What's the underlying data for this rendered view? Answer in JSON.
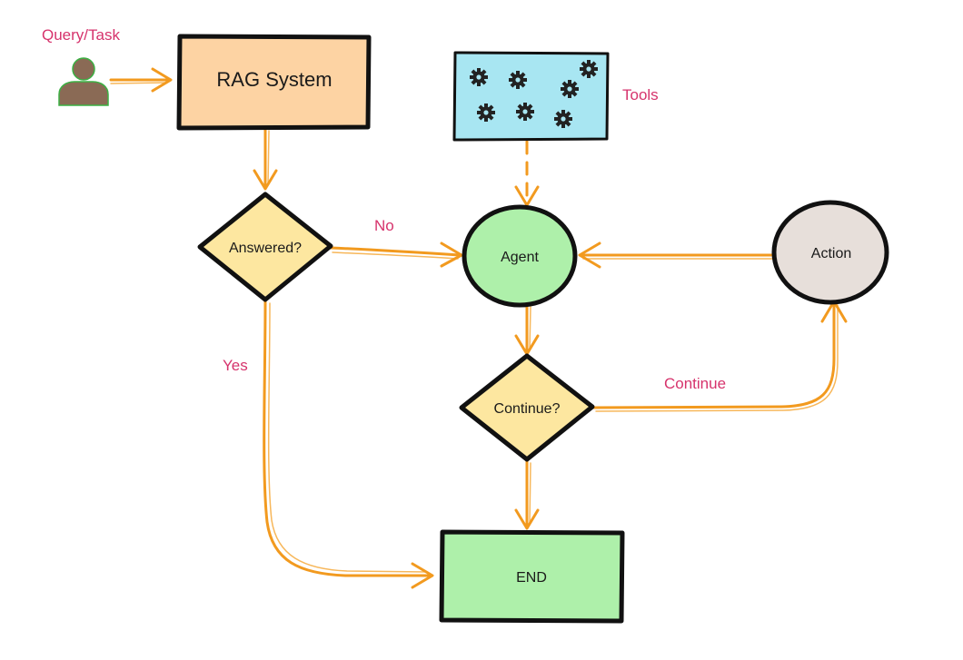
{
  "colors": {
    "rag_fill": "#fdd3a3",
    "tools_fill": "#a8e6f2",
    "decision_fill": "#fde7a0",
    "agent_fill": "#aef0aa",
    "action_fill": "#e7dfda",
    "end_fill": "#aef0aa",
    "edge": "#f29a1f",
    "edge_label": "#d6336c",
    "user_icon": "#8a6a55",
    "user_icon_outline": "#3cb043"
  },
  "user": {
    "label": "Query/Task",
    "icon": "user-icon"
  },
  "nodes": {
    "rag": {
      "label": "RAG System"
    },
    "tools": {
      "label": "Tools",
      "icon": "gear-icon"
    },
    "answered": {
      "label": "Answered?"
    },
    "agent": {
      "label": "Agent"
    },
    "action": {
      "label": "Action"
    },
    "continue_decision": {
      "label": "Continue?"
    },
    "end": {
      "label": "END"
    }
  },
  "edges": {
    "no": {
      "label": "No"
    },
    "yes": {
      "label": "Yes"
    },
    "continue": {
      "label": "Continue"
    }
  }
}
